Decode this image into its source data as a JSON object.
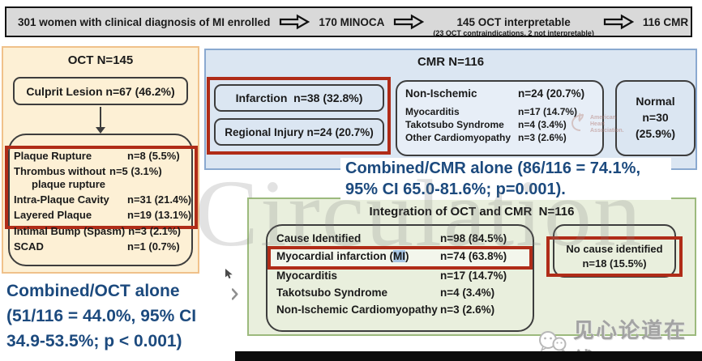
{
  "flow": {
    "steps": [
      {
        "label": "301 women with clinical diagnosis of MI enrolled"
      },
      {
        "label": "170 MINOCA"
      },
      {
        "label": "145 OCT interpretable",
        "note": "(23 OCT contraindications, 2 not interpretable)"
      },
      {
        "label": "116 CMR"
      }
    ]
  },
  "oct": {
    "title": "OCT N=145",
    "culprit_label": "Culprit Lesion n=67 (46.2%)",
    "findings": [
      {
        "label": "Plaque Rupture",
        "value": "n=8 (5.5%)"
      },
      {
        "label": "Thrombus without plaque rupture",
        "value": "n=5 (3.1%)"
      },
      {
        "label": "Intra-Plaque Cavity",
        "value": "n=31 (21.4%)"
      },
      {
        "label": "Layered Plaque",
        "value": "n=19 (13.1%)"
      },
      {
        "label": "Intimal Bump (Spasm)",
        "value": "n=3 (2.1%)"
      },
      {
        "label": "SCAD",
        "value": "n=1 (0.7%)"
      }
    ]
  },
  "cmr": {
    "title": "CMR N=116",
    "infarction_label": "Infarction  n=38 (32.8%)",
    "regional_label": "Regional Injury n=24 (20.7%)",
    "non_ischemic": {
      "label": "Non-Ischemic",
      "value": "n=24 (20.7%)",
      "rows": [
        {
          "label": "Myocarditis",
          "value": "n=17 (14.7%)"
        },
        {
          "label": "Takotsubo Syndrome",
          "value": "n=4 (3.4%)"
        },
        {
          "label": "Other Cardiomyopathy",
          "value": "n=3 (2.6%)"
        }
      ]
    },
    "normal": {
      "line1": "Normal",
      "line2": "n=30",
      "line3": "(25.9%)"
    },
    "aha": {
      "line1": "American",
      "line2": "Heart",
      "line3": "Association."
    }
  },
  "cmr_note": {
    "line1": "Combined/CMR alone (86/116 = 74.1%,",
    "line2": "95% CI 65.0-81.6%; p=0.001)."
  },
  "integration": {
    "title": "Integration of OCT and CMR  N=116",
    "cause_row": {
      "label": "Cause Identified",
      "value": "n=98 (84.5%)"
    },
    "mi_row": {
      "label_pre": "Myocardial infarction (",
      "label_highlight": "MI",
      "label_post": ")",
      "value": "n=74 (63.8%)"
    },
    "rows": [
      {
        "label": "Myocarditis",
        "value": "n=17 (14.7%)"
      },
      {
        "label": "Takotsubo Syndrome",
        "value": "n=4 (3.4%)"
      },
      {
        "label": "Non-Ischemic Cardiomyopathy",
        "value": "n=3 (2.6%)"
      }
    ],
    "no_cause": {
      "line1": "No cause identified",
      "line2": "n=18 (15.5%)"
    }
  },
  "oct_note": {
    "line1": "Combined/OCT alone",
    "line2": "(51/116 = 44.0%, 95% CI",
    "line3": "34.9-53.5%; p < 0.001)"
  },
  "watermarks": {
    "journal": "Circulation",
    "wechat_text": "见心论道在线"
  },
  "colors": {
    "highlight_red": "#b02c18",
    "note_blue": "#1c4a7e",
    "oct_panel_bg": "#fdf0d5",
    "cmr_panel_bg": "#dbe6f2",
    "integration_panel_bg": "#e9efdd",
    "mi_text_highlight": "#a9c6e4",
    "flow_bar_bg": "#d9d9d9"
  }
}
